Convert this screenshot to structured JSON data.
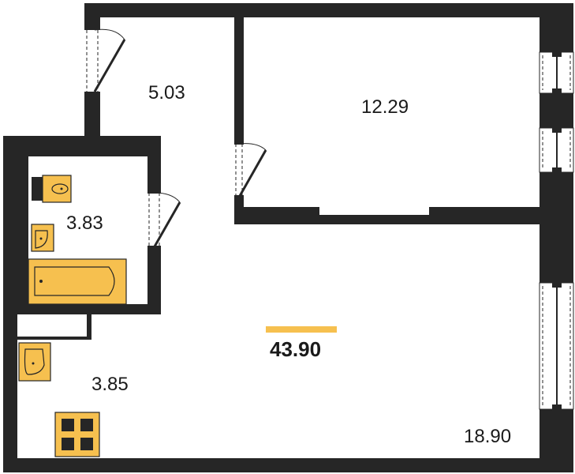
{
  "plan": {
    "total_area": "43.90",
    "accent_color": "#F6C04F",
    "wall_color": "#262626",
    "rooms": {
      "hall": "5.03",
      "bedroom": "12.29",
      "bathroom": "3.83",
      "kitchen": "3.85",
      "living": "18.90"
    }
  }
}
